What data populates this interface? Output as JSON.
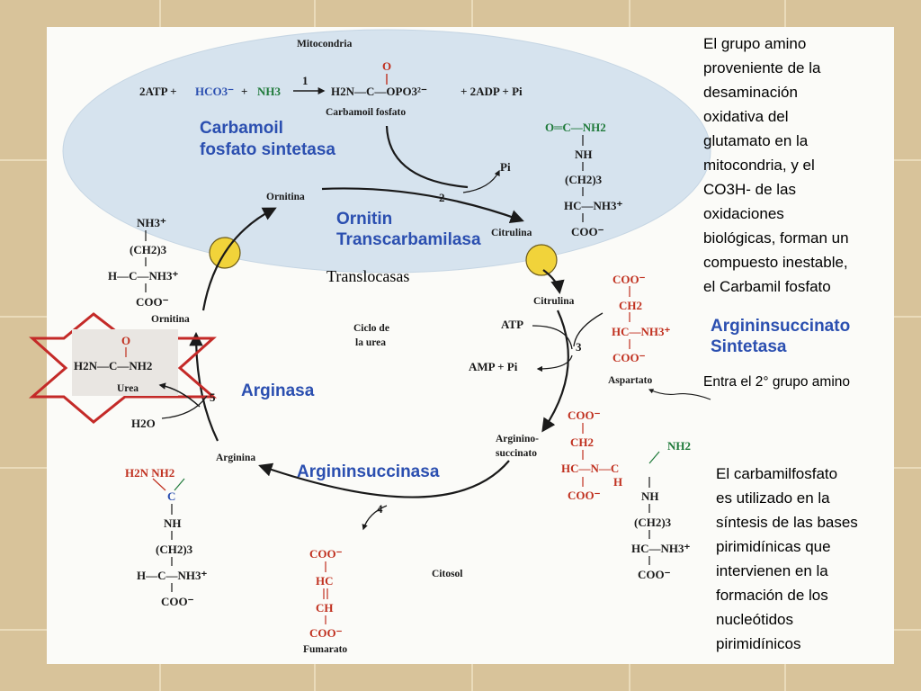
{
  "title": "Mitocondria",
  "compartment_cytosol": "Citosol",
  "cycle_center": {
    "line1": "Ciclo de",
    "line2": "la urea"
  },
  "translocases": "Translocasas",
  "enzymes": {
    "cps_line1": "Carbamoil",
    "cps_line2": "fosfato sintetasa",
    "otc_line1": "Ornitin",
    "otc_line2": "Transcarbamilasa",
    "ass_line1": "Argininsuccinato",
    "ass_line2": "Sintetasa",
    "asl": "Argininsuccinasa",
    "arg": "Arginasa"
  },
  "reaction1": {
    "step": "1",
    "atp": "2ATP +",
    "hco3": "HCO3⁻",
    "plus": "+",
    "nh3": "NH3",
    "product": "H2N—C—OPO3²⁻",
    "o": "O",
    "rest": "+ 2ADP + Pi",
    "product_name": "Carbamoil fosfato"
  },
  "steps": {
    "s2": "2",
    "s3": "3",
    "s4": "4",
    "s5": "5"
  },
  "metabolites": {
    "ornitina_mito": "Ornitina",
    "citrulina_mito": "Citrulina",
    "citrulina_cyto": "Citrulina",
    "ornitina_cyto": "Ornitina",
    "argininosuccinato_line1": "Arginino-",
    "argininosuccinato_line2": "succinato",
    "arginina": "Arginina",
    "fumarato": "Fumarato",
    "aspartato": "Aspartato",
    "urea": "Urea",
    "pi": "Pi",
    "atp": "ATP",
    "amp": "AMP + Pi",
    "h2o": "H2O"
  },
  "structures": {
    "citrulina": [
      "O═C—NH2",
      "NH",
      "(CH2)3",
      "HC—NH3⁺",
      "COO⁻"
    ],
    "ornitina": [
      "NH3⁺",
      "(CH2)3",
      "H—C—NH3⁺",
      "COO⁻"
    ],
    "aspartato": [
      "COO⁻",
      "CH2",
      "HC—NH3⁺",
      "COO⁻"
    ],
    "argininosuccinato_left": [
      "COO⁻",
      "CH2",
      "HC—N—C",
      "H",
      "COO⁻"
    ],
    "argininosuccinato_right": [
      "NH2",
      "NH",
      "(CH2)3",
      "HC—NH3⁺",
      "COO⁻"
    ],
    "arginina": [
      "H2N    NH2",
      "C",
      "NH",
      "(CH2)3",
      "H—C—NH3⁺",
      "COO⁻"
    ],
    "fumarato": [
      "COO⁻",
      "HC",
      "CH",
      "COO⁻"
    ],
    "urea": [
      "O",
      "H2N—C—NH2"
    ]
  },
  "notes": {
    "top": [
      "El grupo amino",
      "proveniente de la",
      "desaminación",
      "oxidativa del",
      "glutamato  en la",
      "mitocondria, y el",
      "CO3H- de las",
      "oxidaciones",
      "biológicas, forman un",
      "compuesto inestable,",
      "el Carbamil fosfato"
    ],
    "second_amino": "Entra el 2° grupo amino",
    "bottom": [
      "El carbamilfosfato",
      "es utilizado en la",
      "síntesis de las bases",
      "pirimidínicas que",
      "intervienen en la",
      "formación de los",
      "nucleótidos",
      "pirimidínicos"
    ]
  },
  "colors": {
    "enzyme": "#2b4fb0",
    "red": "#c0301f",
    "green": "#1f7a3a",
    "mito": "#d6e3ee",
    "star": "#c42a28",
    "transporter": "#f1d33a"
  }
}
